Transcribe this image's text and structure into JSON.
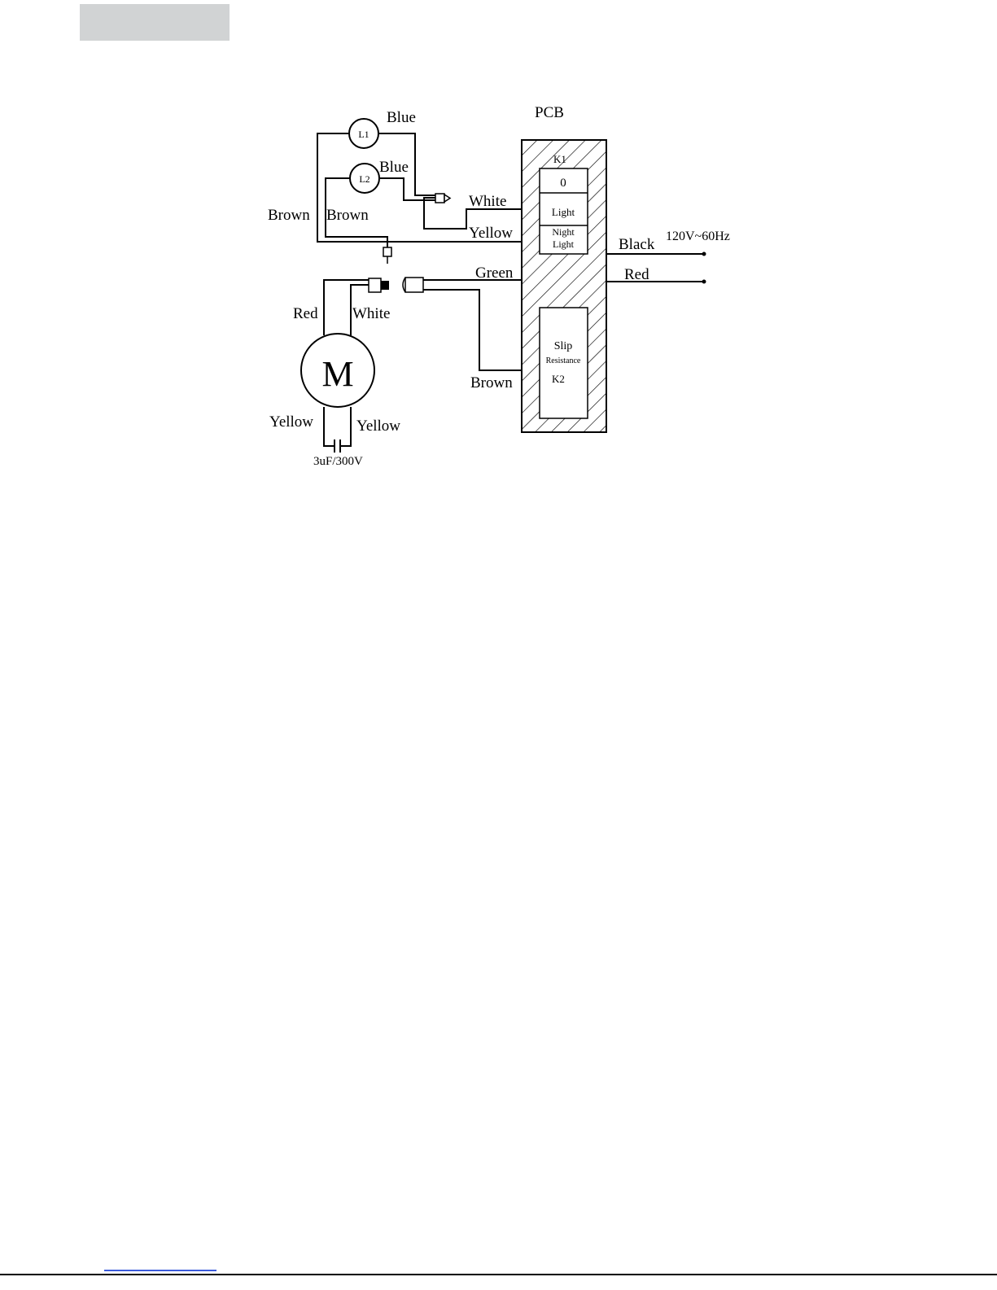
{
  "diagram": {
    "pcb_label": "PCB",
    "lamp_labels": {
      "l1": "L1",
      "l2": "L2"
    },
    "wires": {
      "lamp1_blue": "Blue",
      "lamp2_blue": "Blue",
      "brown_outer": "Brown",
      "brown_inner": "Brown",
      "pcb_white": "White",
      "pcb_yellow": "Yellow",
      "pcb_green": "Green",
      "pcb_brown": "Brown",
      "motor_red": "Red",
      "motor_white": "White",
      "cap_yellow_left": "Yellow",
      "cap_yellow_right": "Yellow",
      "supply_black": "Black",
      "supply_red": "Red"
    },
    "switch_k1": {
      "label": "K1",
      "positions": [
        "0",
        "Light",
        "Night",
        "Light"
      ]
    },
    "switch_k2": {
      "lines": [
        "Slip",
        "Resistance",
        "K2"
      ]
    },
    "motor_label": "M",
    "capacitor_label": "3uF/300V",
    "supply_label": "120V~60Hz"
  }
}
